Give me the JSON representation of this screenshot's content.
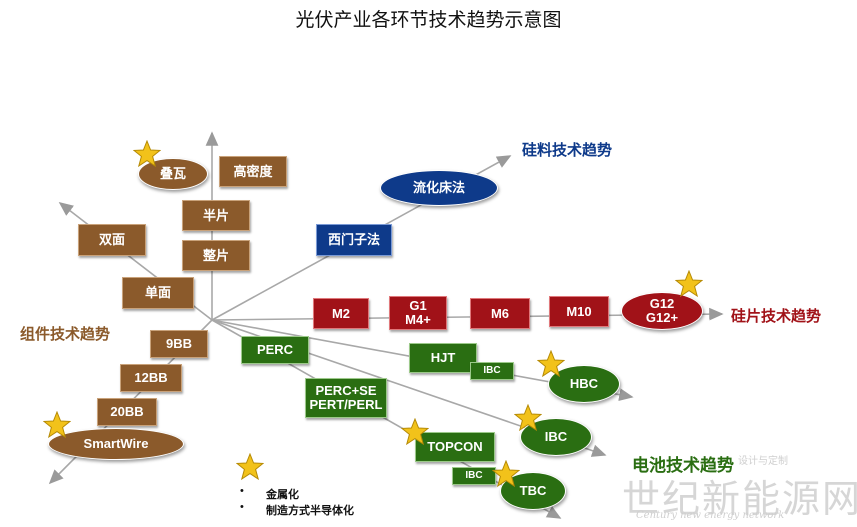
{
  "title": "光伏产业各环节技术趋势示意图",
  "axes": {
    "silicon": "硅料技术趋势",
    "wafer": "硅片技术趋势",
    "cell": "电池技术趋势",
    "module": "组件技术趋势"
  },
  "silicon_nodes": [
    "西门子法",
    "流化床法"
  ],
  "wafer_nodes": [
    "M2",
    "G1\nM4+",
    "M6",
    "M10",
    "G12\nG12+"
  ],
  "cell_nodes": {
    "perc": "PERC",
    "perc_se": "PERC+SE\nPERT/PERL",
    "hjt": "HJT",
    "ibc_tag_1": "IBC",
    "hbc": "HBC",
    "ibc": "IBC",
    "topcon": "TOPCON",
    "ibc_tag_2": "IBC",
    "tbc": "TBC"
  },
  "module_nodes": {
    "stack": "叠瓦",
    "high_density": "高密度",
    "half_cell": "半片",
    "whole_cell": "整片",
    "bifacial": "双面",
    "monofacial": "单面",
    "bb9": "9BB",
    "bb12": "12BB",
    "bb20": "20BB",
    "smartwire": "SmartWire"
  },
  "legend": {
    "items": [
      "金属化",
      "制造方式半导体化"
    ]
  },
  "watermark": {
    "main": "世纪新能源网",
    "sub": "Century new energy network",
    "top": "设计与定制"
  },
  "colors": {
    "module": "#8b5a2b",
    "wafer": "#a11218",
    "cell": "#2a6e12",
    "silicon": "#0e3a8a",
    "star": "#f2c21a"
  },
  "icons": [
    "star-icon"
  ]
}
